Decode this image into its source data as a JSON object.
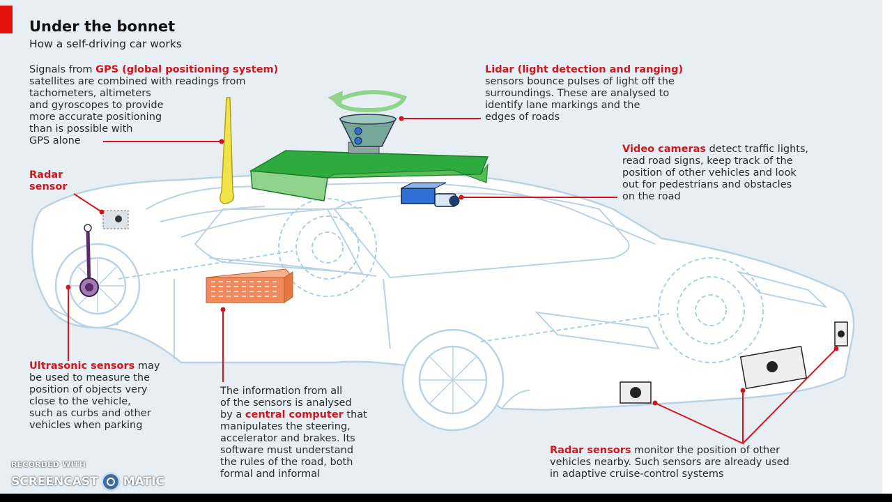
{
  "header": {
    "title": "Under the bonnet",
    "subtitle": "How a self-driving car works"
  },
  "captions": {
    "gps": {
      "lead": "Signals from ",
      "term": "GPS (global positioning system)",
      "body": "satellites are combined with readings from\ntachometers, altimeters\nand gyroscopes to provide\nmore accurate positioning\nthan is possible with\nGPS alone"
    },
    "lidar": {
      "term": "Lidar (light detection and ranging)",
      "body": "sensors bounce pulses of light off  the\nsurroundings. These are analysed to\nidentify lane markings and the\nedges of roads"
    },
    "video": {
      "term": "Video cameras",
      "body": " detect traffic lights,\nread road signs, keep track of the\nposition of other vehicles and look\nout for pedestrians and obstacles\non the road"
    },
    "radar_small": {
      "term": "Radar\nsensor"
    },
    "ultrasonic": {
      "term": "Ultrasonic sensors",
      "body": " may\nbe used to measure the\nposition of objects very\nclose to the vehicle,\nsuch as curbs and other\nvehicles when parking"
    },
    "computer": {
      "lead": "The information from all\nof the sensors is analysed\nby a ",
      "term": "central computer",
      "body": " that\nmanipulates the steering,\naccelerator and brakes. Its\nsoftware must understand\nthe rules of the road, both\nformal and informal"
    },
    "radar_front": {
      "term": "Radar sensors",
      "body": " monitor the position of other\nvehicles nearby. Such sensors are already used\nin adaptive cruise-control systems"
    }
  },
  "watermark": {
    "line1": "RECORDED WITH",
    "left": "SCREENCAST",
    "right": "MATIC"
  },
  "colors": {
    "accent_red": "#d4161c",
    "car_outline": "#b9d3e4",
    "roof_unit": "#2eaa3f",
    "background": "#e7eff5"
  },
  "icons": [
    "lidar-unit-icon",
    "camera-icon",
    "radar-sensor-icon",
    "computer-icon",
    "ultrasonic-sensor-icon",
    "gps-antenna-icon",
    "rotation-arrow-icon"
  ]
}
